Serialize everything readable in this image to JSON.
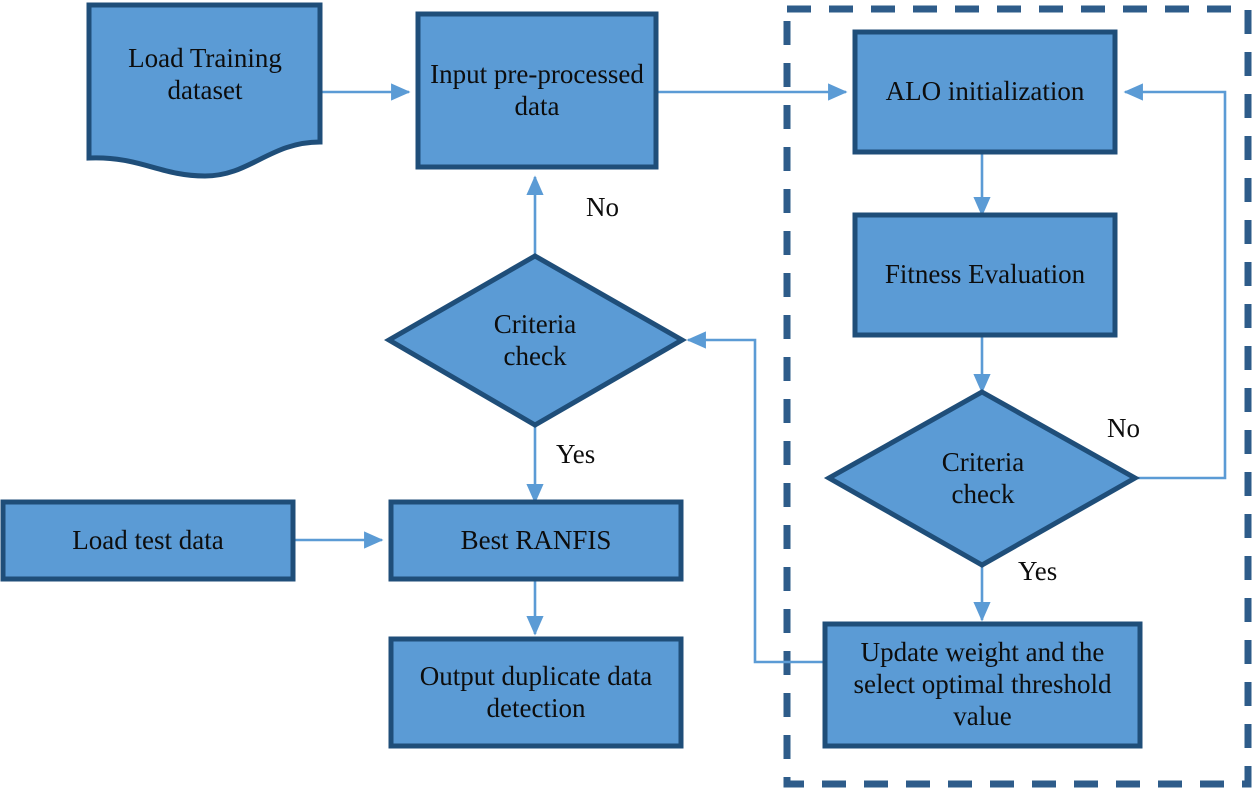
{
  "diagram": {
    "title": "RANFIS with ALO optimization flowchart",
    "colors": {
      "node_fill": "#5B9BD5",
      "node_stroke": "#1F4E79",
      "connector": "#5B9BD5",
      "dashed_group_border": "#2E5C8A",
      "text": "#0D0D0D",
      "background": "#FFFFFF"
    },
    "nodes": [
      {
        "id": "load-training-dataset",
        "shape": "document",
        "label": "Load Training dataset"
      },
      {
        "id": "input-preprocessed-data",
        "shape": "process",
        "label": "Input pre-processed data"
      },
      {
        "id": "criteria-check-left",
        "shape": "decision",
        "label": "Criteria check"
      },
      {
        "id": "load-test-data",
        "shape": "process",
        "label": "Load test data"
      },
      {
        "id": "best-ranfis",
        "shape": "process",
        "label": "Best RANFIS"
      },
      {
        "id": "output-duplicate-data-detection",
        "shape": "process",
        "label": "Output duplicate data detection"
      },
      {
        "id": "alo-initialization",
        "shape": "process",
        "label": "ALO initialization"
      },
      {
        "id": "fitness-evaluation",
        "shape": "process",
        "label": "Fitness Evaluation"
      },
      {
        "id": "criteria-check-right",
        "shape": "decision",
        "label": "Criteria check"
      },
      {
        "id": "update-weight",
        "shape": "process",
        "label": "Update weight and the select optimal threshold value"
      }
    ],
    "edge_labels": {
      "no_left": "No",
      "yes_left": "Yes",
      "no_right": "No",
      "yes_right": "Yes"
    }
  }
}
